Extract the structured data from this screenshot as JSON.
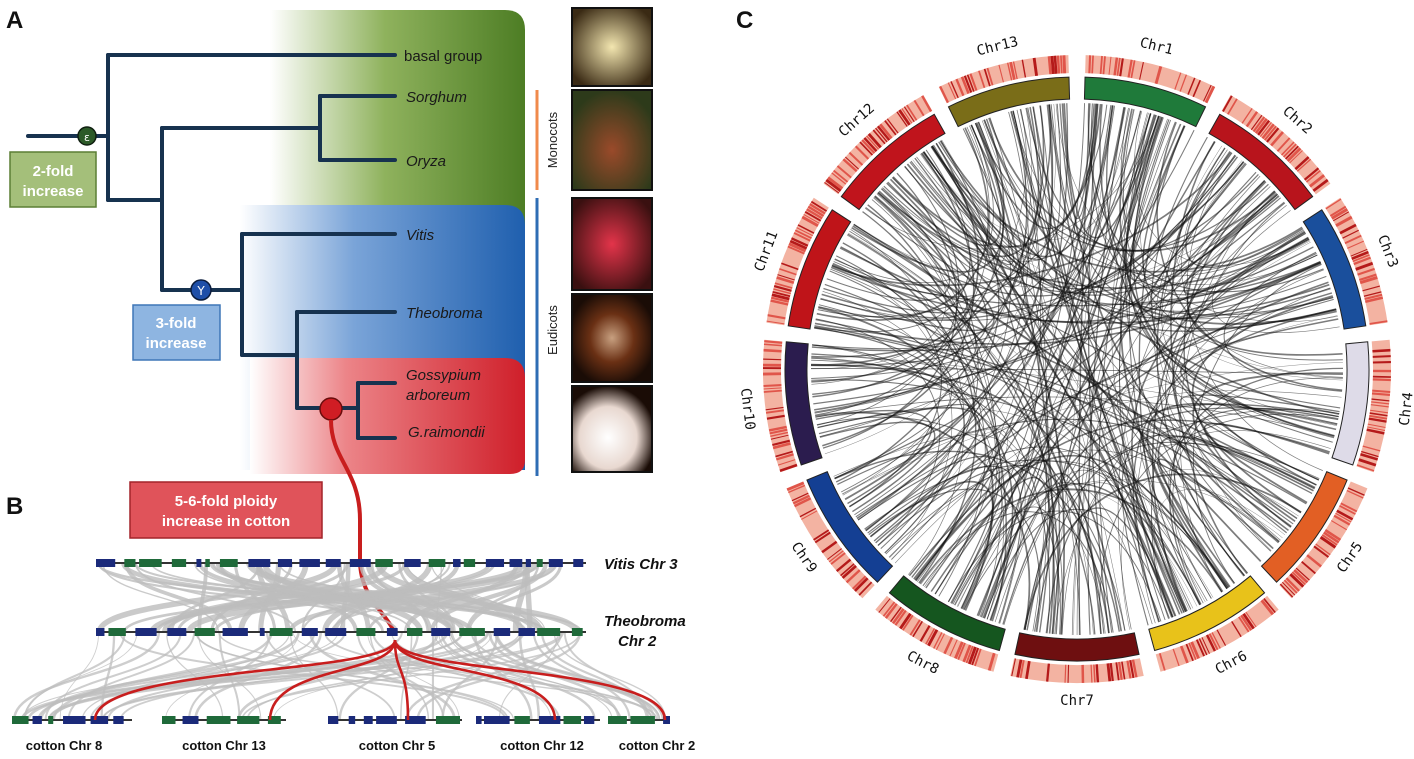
{
  "panels": {
    "a": "A",
    "b": "B",
    "c": "C"
  },
  "tree": {
    "leaves": [
      {
        "id": "basal",
        "text": "basal group",
        "italic": false
      },
      {
        "id": "sorghum",
        "text": "Sorghum",
        "italic": true
      },
      {
        "id": "oryza",
        "text": "Oryza",
        "italic": true
      },
      {
        "id": "vitis",
        "text": "Vitis",
        "italic": true
      },
      {
        "id": "theobroma",
        "text": "Theobroma",
        "italic": true
      },
      {
        "id": "gossypium1",
        "text": "Gossypium",
        "italic": true
      },
      {
        "id": "gossypium2",
        "text": "arboreum",
        "italic": true
      },
      {
        "id": "graimondii",
        "text": "G.raimondii",
        "italic": true
      }
    ],
    "node_labels": {
      "epsilon": "ε",
      "gamma": "Y"
    },
    "boxes": {
      "two_fold": [
        "2-fold",
        "increase"
      ],
      "three_fold": [
        "3-fold",
        "increase"
      ],
      "ploidy": [
        "5-6-fold ploidy",
        "increase in cotton"
      ]
    },
    "groups": {
      "monocots": "Monocots",
      "eudicots": "Eudicots"
    }
  },
  "synteny": {
    "vitis_label": "Vitis Chr 3",
    "theobroma_label": [
      "Theobroma",
      "Chr 2"
    ],
    "cotton_labels": [
      "cotton Chr 8",
      "cotton Chr 13",
      "cotton Chr 5",
      "cotton Chr 12",
      "cotton Chr 2"
    ]
  },
  "circos": {
    "chromosomes": [
      {
        "name": "Chr1",
        "color": "#1f7a3a"
      },
      {
        "name": "Chr2",
        "color": "#b8141c"
      },
      {
        "name": "Chr3",
        "color": "#1a4f9c"
      },
      {
        "name": "Chr4",
        "color": "#dedbe8"
      },
      {
        "name": "Chr5",
        "color": "#e25f24"
      },
      {
        "name": "Chr6",
        "color": "#e8c21a"
      },
      {
        "name": "Chr7",
        "color": "#6e0f10"
      },
      {
        "name": "Chr8",
        "color": "#15561f"
      },
      {
        "name": "Chr9",
        "color": "#143f93"
      },
      {
        "name": "Chr10",
        "color": "#2b1c4e"
      },
      {
        "name": "Chr11",
        "color": "#bf1419"
      },
      {
        "name": "Chr12",
        "color": "#c0141c"
      },
      {
        "name": "Chr13",
        "color": "#7a6d18"
      }
    ]
  },
  "colors": {
    "monocot_bg": "#5b8a2c",
    "eudicot_bg": "#2f6db4",
    "cotton_bg": "#d6313a",
    "branch": "#17324f",
    "red_link": "#c81e1e",
    "grey_link": "#bdbdbd"
  }
}
